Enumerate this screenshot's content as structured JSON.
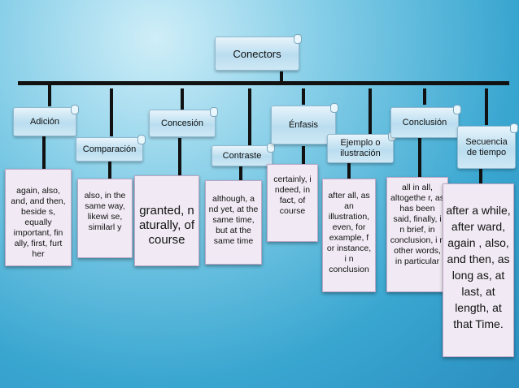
{
  "root": {
    "label": "Conectors"
  },
  "categories": [
    {
      "id": "adicion",
      "label": "Adición"
    },
    {
      "id": "comparacion",
      "label": "Comparación"
    },
    {
      "id": "concesion",
      "label": "Concesión"
    },
    {
      "id": "contraste",
      "label": "Contraste"
    },
    {
      "id": "enfasis",
      "label": "Énfasis"
    },
    {
      "id": "ejemplo",
      "label": "Ejemplo o ilustración"
    },
    {
      "id": "conclusion",
      "label": "Conclusión"
    },
    {
      "id": "secuencia",
      "label": "Secuencia de tiempo"
    }
  ],
  "examples": {
    "adicion": "again, also, and, and then, beside s, equally important, fin ally, first, furt her",
    "comparacion": "also, in the same way, likewi se, similarl y",
    "concesion": "granted, n aturally, of course",
    "contraste": "although, a nd yet, at the same time, but at the same time",
    "enfasis": "certainly, i ndeed, in fact, of course",
    "ejemplo": "after all, as an illustration, even, for example, f or instance, i n conclusion",
    "conclusion": "all in all, altogethe r, as has been said, finally, i n brief, in conclusion, i n other words, in particular",
    "secuencia": "after a while, after ward, again , also, and then, as long as, at last, at length, at that Time."
  }
}
